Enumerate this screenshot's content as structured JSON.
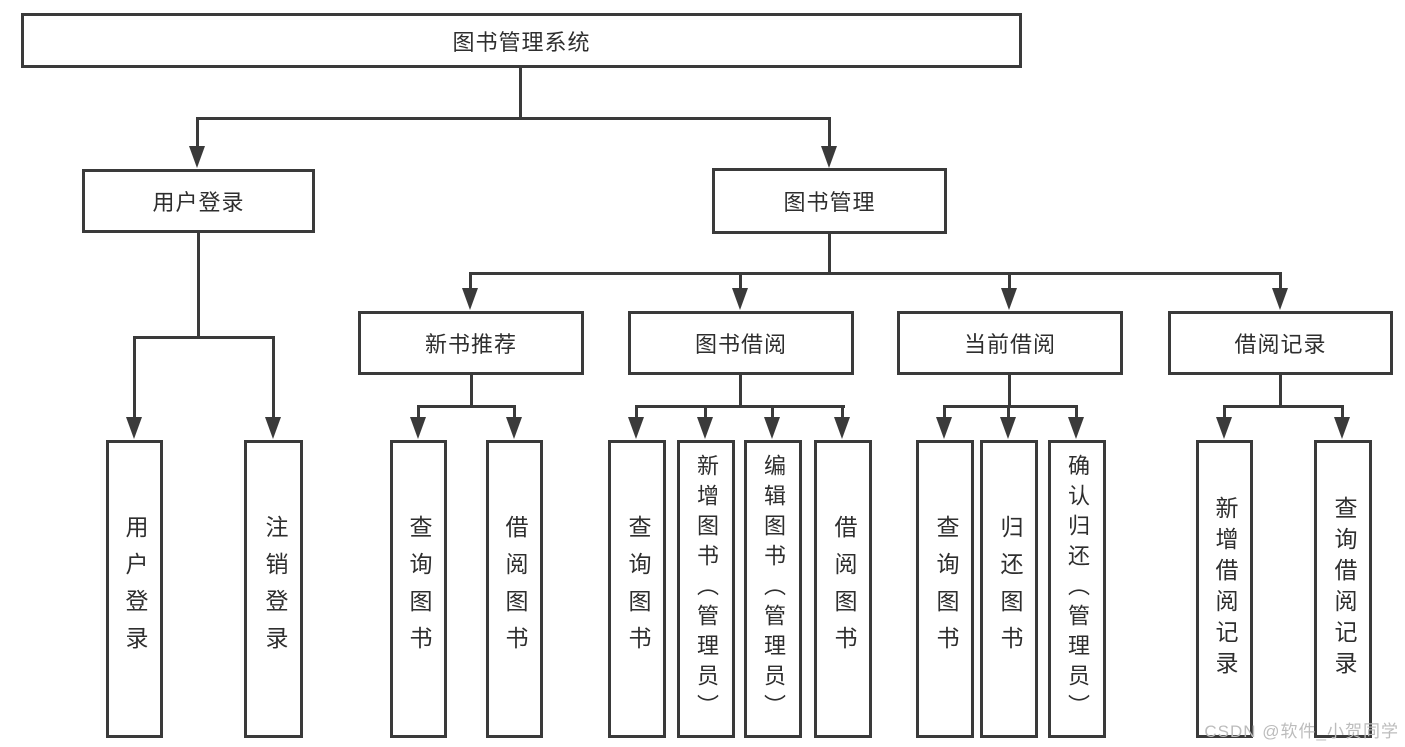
{
  "tree": {
    "root": {
      "label": "图书管理系统",
      "children": [
        {
          "label": "用户登录",
          "children": [
            {
              "label": "用户登录"
            },
            {
              "label": "注销登录"
            }
          ]
        },
        {
          "label": "图书管理",
          "children": [
            {
              "label": "新书推荐",
              "children": [
                {
                  "label": "查询图书"
                },
                {
                  "label": "借阅图书"
                }
              ]
            },
            {
              "label": "图书借阅",
              "children": [
                {
                  "label": "查询图书"
                },
                {
                  "label": "新增图书（管理员）"
                },
                {
                  "label": "编辑图书（管理员）"
                },
                {
                  "label": "借阅图书"
                }
              ]
            },
            {
              "label": "当前借阅",
              "children": [
                {
                  "label": "查询图书"
                },
                {
                  "label": "归还图书"
                },
                {
                  "label": "确认归还（管理员）"
                }
              ]
            },
            {
              "label": "借阅记录",
              "children": [
                {
                  "label": "新增借阅记录"
                },
                {
                  "label": "查询借阅记录"
                }
              ]
            }
          ]
        }
      ]
    }
  },
  "watermark": {
    "text": "CSDN @软件_小贺同学"
  },
  "colors": {
    "line": "#3a3a3a",
    "text": "#2e2e2e",
    "watermark": "#bcbcbc",
    "background": "#ffffff"
  }
}
